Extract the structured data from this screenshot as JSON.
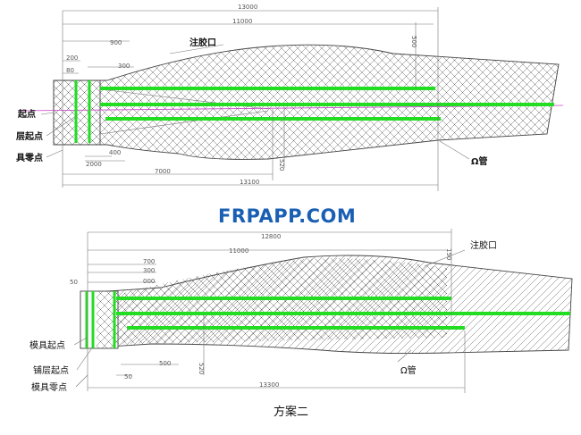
{
  "scheme1": {
    "dims": {
      "total_top": "13000",
      "d11000": "11000",
      "d900": "900",
      "d500": "500",
      "d300": "300",
      "d200": "200",
      "d80": "80",
      "d400": "400",
      "d2000": "2000",
      "d7000": "7000",
      "d520": "520",
      "total_bottom": "13100"
    },
    "labels": {
      "inject_port": "注胶口",
      "omega_tube": "Ω管",
      "mold_start_partial": "起点",
      "layer_start_partial": "层起点",
      "mold_zero_partial": "具零点"
    }
  },
  "watermark": {
    "text": "FRPAPP.COM"
  },
  "scheme2": {
    "dims": {
      "total_top": "12800",
      "d11000": "11000",
      "d700": "700",
      "d300": "300",
      "d000": "000",
      "d50": "50",
      "d500": "500",
      "d520": "520",
      "d50b": "50",
      "d150": "150",
      "total_bottom": "13300"
    },
    "labels": {
      "inject_port": "注胶口",
      "omega_tube": "Ω管",
      "mold_start": "模具起点",
      "layer_start": "铺层起点",
      "mold_zero": "模具零点"
    },
    "caption": "方案二"
  }
}
